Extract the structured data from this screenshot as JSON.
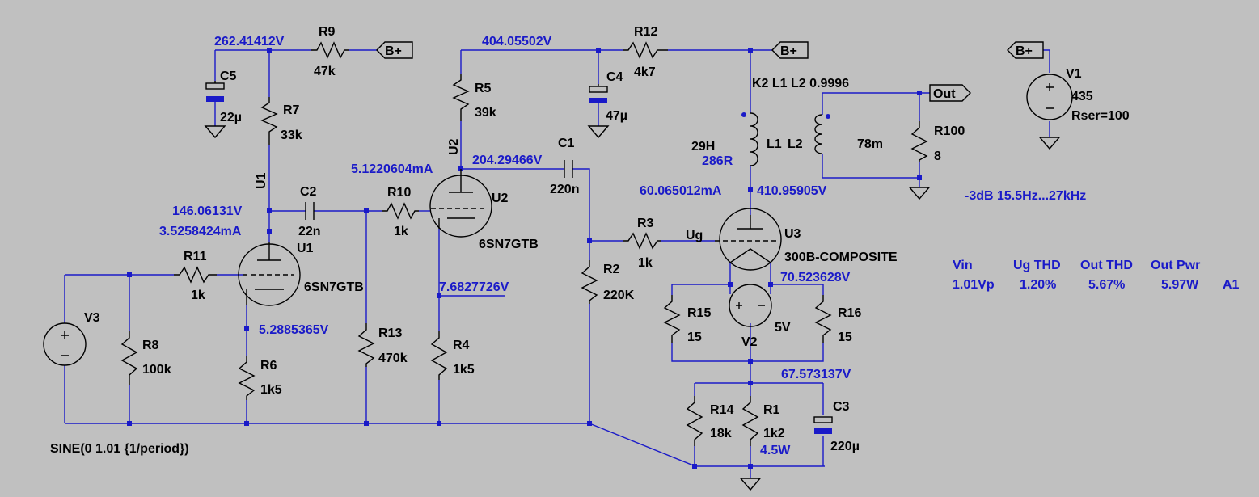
{
  "colors": {
    "background": "#c0c0c0",
    "wire": "#1a1ac8",
    "component": "#000000",
    "annotation": "#1a1ac8"
  },
  "supply_labels": {
    "bplus": "B+",
    "out": "Out"
  },
  "components": {
    "R9": {
      "ref": "R9",
      "value": "47k"
    },
    "R7": {
      "ref": "R7",
      "value": "33k"
    },
    "C5": {
      "ref": "C5",
      "value": "22µ"
    },
    "R5": {
      "ref": "R5",
      "value": "39k"
    },
    "C4": {
      "ref": "C4",
      "value": "47µ"
    },
    "R12": {
      "ref": "R12",
      "value": "4k7"
    },
    "C1": {
      "ref": "C1",
      "value": "220n"
    },
    "C2": {
      "ref": "C2",
      "value": "22n"
    },
    "R10": {
      "ref": "R10",
      "value": "1k"
    },
    "R11": {
      "ref": "R11",
      "value": "1k"
    },
    "R8": {
      "ref": "R8",
      "value": "100k"
    },
    "R6": {
      "ref": "R6",
      "value": "1k5"
    },
    "R13": {
      "ref": "R13",
      "value": "470k"
    },
    "R4": {
      "ref": "R4",
      "value": "1k5"
    },
    "R2": {
      "ref": "R2",
      "value": "220K"
    },
    "R3": {
      "ref": "R3",
      "value": "1k"
    },
    "R15": {
      "ref": "R15",
      "value": "15"
    },
    "R16": {
      "ref": "R16",
      "value": "15"
    },
    "R14": {
      "ref": "R14",
      "value": "18k"
    },
    "R1": {
      "ref": "R1",
      "value": "1k2",
      "power": "4.5W"
    },
    "C3": {
      "ref": "C3",
      "value": "220µ"
    },
    "R100": {
      "ref": "R100",
      "value": "8"
    },
    "L1": {
      "ref": "L1",
      "inductance": "29H",
      "resistance": "286R"
    },
    "L2": {
      "ref": "L2",
      "value": "78m"
    },
    "coupling": "K2 L1 L2 0.9996",
    "U1": {
      "ref": "U1",
      "ref_vertical": "U1",
      "model": "6SN7GTB"
    },
    "U2": {
      "ref": "U2",
      "ref_vertical": "U2",
      "model": "6SN7GTB"
    },
    "U3": {
      "ref": "U3",
      "model": "300B-COMPOSITE",
      "net": "Ug"
    },
    "V1": {
      "ref": "V1",
      "value": "435",
      "rser": "Rser=100"
    },
    "V2": {
      "ref": "V2",
      "value": "5V"
    },
    "V3": {
      "ref": "V3",
      "source": "SINE(0 1.01 {1/period})"
    }
  },
  "annotations": {
    "n_r9": "262.41412V",
    "n_b1": "404.05502V",
    "u2_plate": "204.29466V",
    "u2_current": "5.1220604mA",
    "u1_plate": "146.06131V",
    "u1_current": "3.5258424mA",
    "u1_cathode": "5.2885365V",
    "u2_cathode": "7.6827726V",
    "u3_current": "60.065012mA",
    "u3_plate": "410.95905V",
    "fil_top": "70.523628V",
    "fil_bottom": "67.573137V",
    "bandwidth": "-3dB 15.5Hz...27kHz"
  },
  "results_table": {
    "headers": [
      "Vin",
      "Ug THD",
      "Out THD",
      "Out Pwr"
    ],
    "values": [
      "1.01Vp",
      "1.20%",
      "5.67%",
      "5.97W"
    ],
    "tag": "A1"
  }
}
